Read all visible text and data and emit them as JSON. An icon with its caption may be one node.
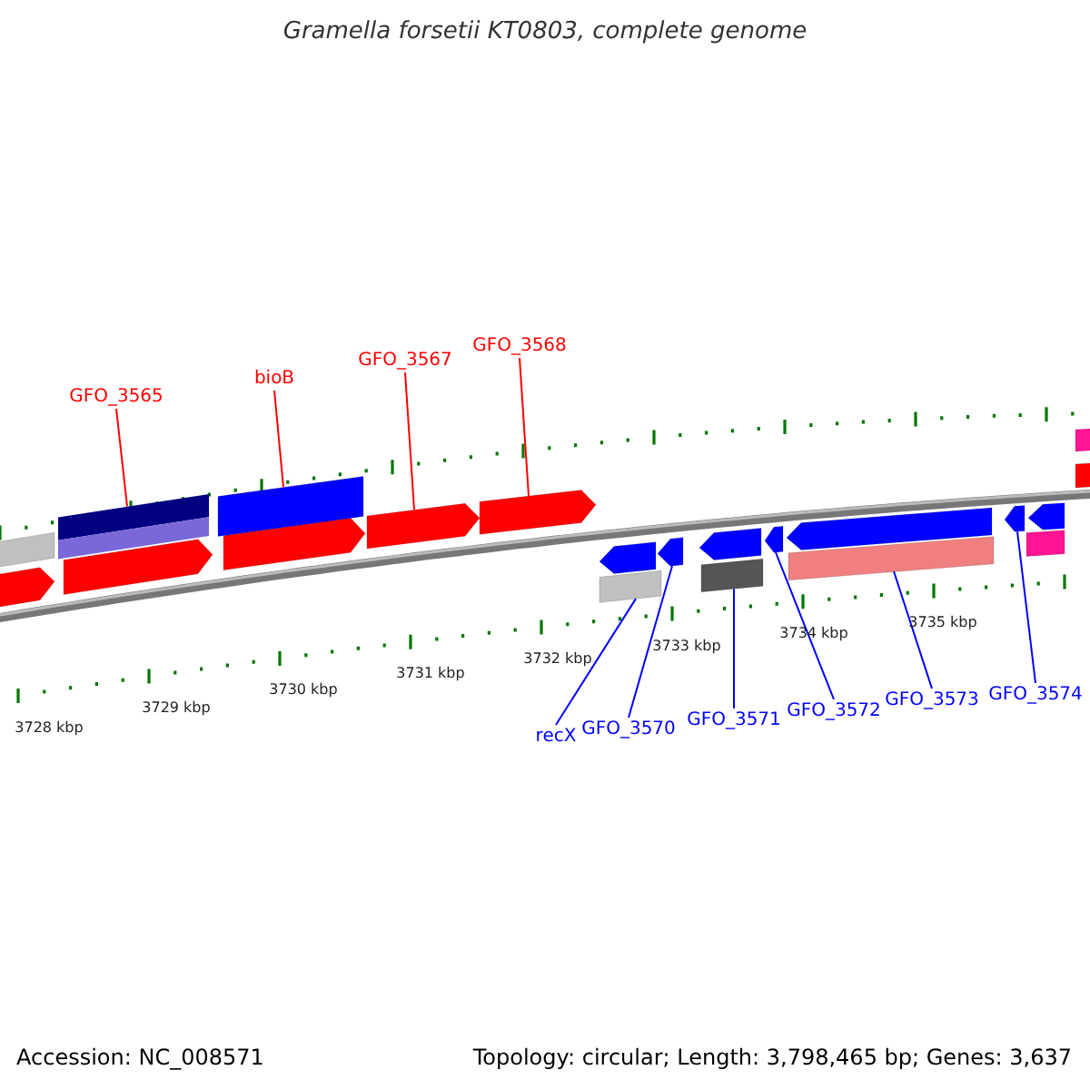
{
  "diagram": {
    "title": "Gramella forsetii KT0803, complete genome",
    "nodes": [
      {
        "text": [
          "GFO_3565"
        ]
      },
      {
        "text": [
          "bioB"
        ]
      },
      {
        "text": [
          "GFO_3567"
        ]
      },
      {
        "text": [
          "GFO_3568"
        ]
      },
      {
        "text": [
          "recX"
        ]
      },
      {
        "text": [
          "GFO_3570"
        ]
      },
      {
        "text": [
          "GFO_3571"
        ]
      },
      {
        "text": [
          "GFO_3572"
        ]
      },
      {
        "text": [
          "GFO_3573"
        ]
      },
      {
        "text": [
          "GFO_3574"
        ]
      },
      {
        "text": [],
        "shape": "arrow"
      },
      {
        "text": [],
        "shape": "arrow"
      },
      {
        "text": [],
        "shape": "arrow"
      },
      {
        "text": [],
        "shape": "arrow"
      },
      {
        "text": [],
        "shape": "arrow"
      },
      {
        "text": [],
        "shape": "bar"
      },
      {
        "text": [],
        "shape": "bar"
      },
      {
        "text": [],
        "shape": "bar"
      },
      {
        "text": [],
        "shape": "bar"
      },
      {
        "text": [],
        "shape": "bar"
      },
      {
        "text": [],
        "shape": "arrow"
      },
      {
        "text": [],
        "shape": "arrow"
      },
      {
        "text": [],
        "shape": "arrow"
      },
      {
        "text": [],
        "shape": "arrow"
      },
      {
        "text": [],
        "shape": "arrow"
      },
      {
        "text": [],
        "shape": "arrow"
      },
      {
        "text": [],
        "shape": "arrow"
      },
      {
        "text": [],
        "shape": "bar"
      },
      {
        "text": [],
        "shape": "bar"
      },
      {
        "text": [],
        "shape": "bar"
      },
      {
        "text": [],
        "shape": "bar"
      }
    ],
    "edges": [
      {
        "from": 0,
        "to": 16,
        "arrow": "none",
        "color": "#ff0000"
      },
      {
        "from": 1,
        "to": 17,
        "arrow": "none",
        "color": "#ff0000"
      },
      {
        "from": 2,
        "to": 13,
        "arrow": "none",
        "color": "#ff0000"
      },
      {
        "from": 3,
        "to": 14,
        "arrow": "none",
        "color": "#ff0000"
      },
      {
        "from": 4,
        "to": 27,
        "arrow": "none"
      },
      {
        "from": 5,
        "to": 21,
        "arrow": "none"
      },
      {
        "from": 6,
        "to": 28,
        "arrow": "none"
      },
      {
        "from": 7,
        "to": 23,
        "arrow": "none"
      },
      {
        "from": 8,
        "to": 29,
        "arrow": "none"
      },
      {
        "from": 9,
        "to": 25,
        "arrow": "none"
      }
    ],
    "labels": [
      "3728 kbp",
      "3729 kbp",
      "3730 kbp",
      "3731 kbp",
      "3732 kbp",
      "3733 kbp",
      "3734 kbp",
      "3735 kbp",
      "Accession: NC_008571",
      "Topology: circular; Length: 3,798,465 bp; Genes: 3,637"
    ]
  }
}
